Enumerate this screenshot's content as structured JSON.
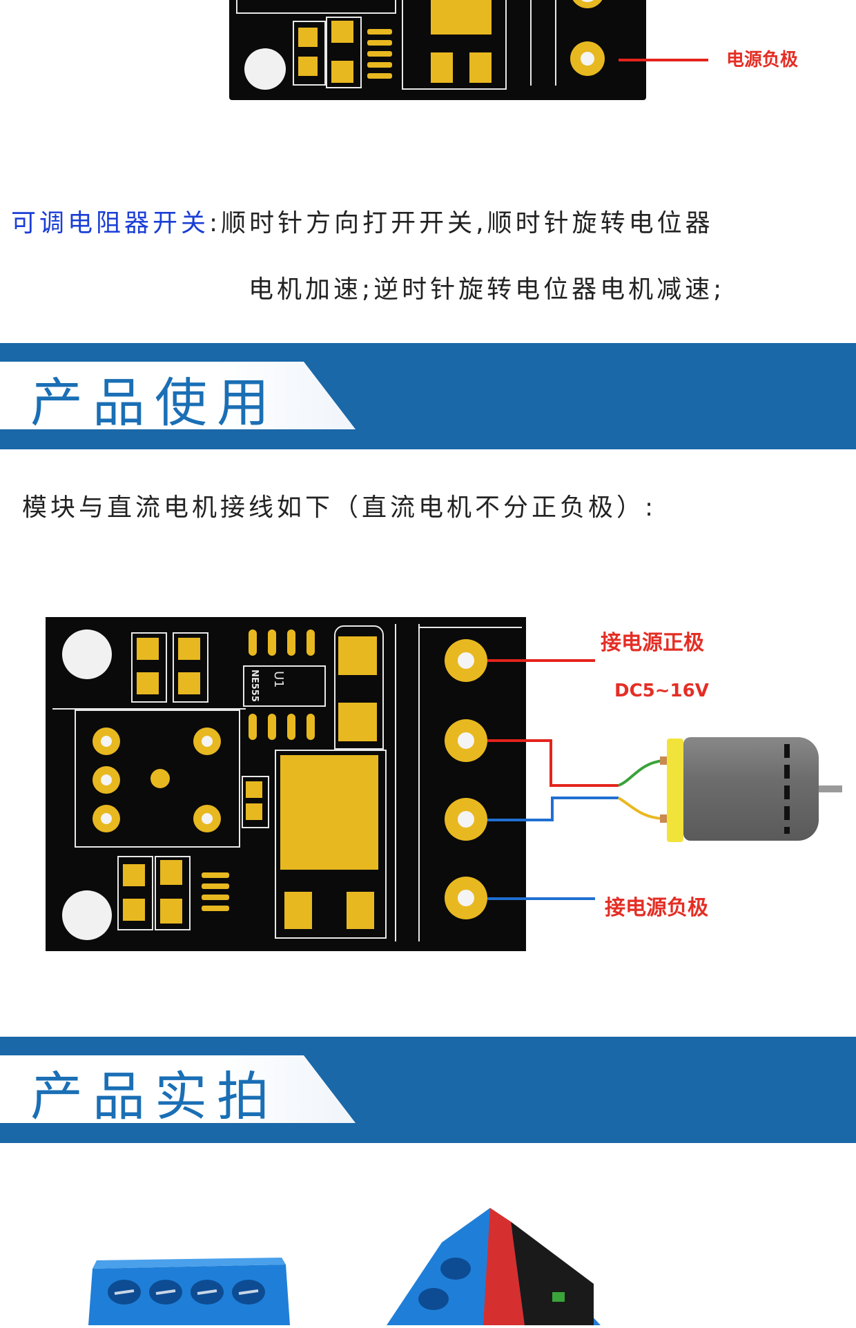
{
  "top_pcb": {
    "label_negative": "电源负极"
  },
  "description": {
    "highlight": "可调电阻器开关",
    "line1_rest": ":顺时针方向打开开关,顺时针旋转电位器",
    "line2": "电机加速;逆时针旋转电位器电机减速;"
  },
  "section_usage": {
    "title": "产品使用",
    "instruction": "模块与直流电机接线如下（直流电机不分正负极）:"
  },
  "wiring_diagram": {
    "chip_label": "U1",
    "chip_part": "NE555",
    "label_positive": "接电源正极",
    "voltage": "DC5~16V",
    "label_negative": "接电源负极",
    "wire_colors": {
      "positive": "#e4231c",
      "negative": "#1f6fd1",
      "motor_a": "#3aa33a",
      "motor_b": "#e8b820"
    }
  },
  "section_photo": {
    "title": "产品实拍"
  },
  "colors": {
    "banner": "#1a68a8",
    "banner_title": "#1a6fb5",
    "pad_gold": "#e8b820",
    "highlight_blue": "#1a3ed6",
    "label_red": "#e42e25"
  }
}
